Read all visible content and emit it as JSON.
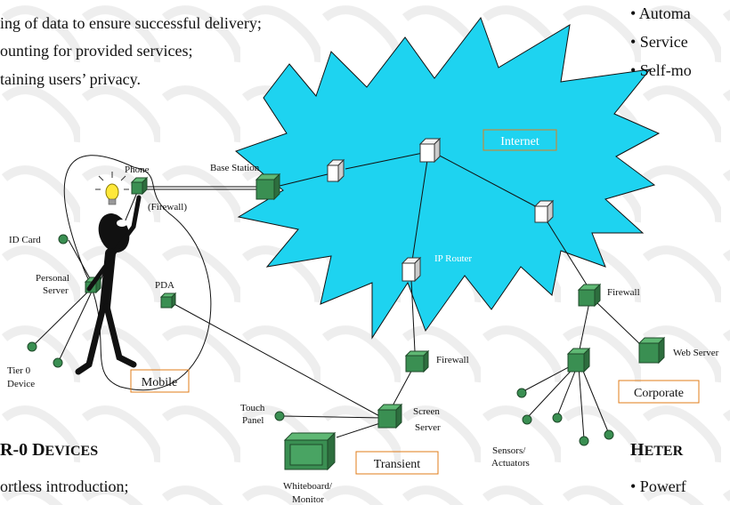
{
  "top_left_lines": [
    "ing of data to ensure successful delivery;",
    "ounting for provided services;",
    "taining  users’ privacy."
  ],
  "top_right_bullets": [
    "• Automa",
    "• Service",
    "• Self-mo"
  ],
  "bottom_left": {
    "heading_big": "R-0 D",
    "heading_small": "EVICES",
    "line": "ortless introduction;"
  },
  "bottom_right": {
    "heading_big": "H",
    "heading_small": "ETER",
    "line": "• Powerf"
  },
  "labels": {
    "internet": "Internet",
    "ip_router": "IP  Router",
    "phone": "Phone",
    "firewall_phone": "(Firewall)",
    "base_station": "Base Station",
    "id_card": "ID Card",
    "personal_server_1": "Personal",
    "personal_server_2": "Server",
    "pda": "PDA",
    "tier0_1": "Tier 0",
    "tier0_2": "Device",
    "mobile": "Mobile",
    "firewall_mid": "Firewall",
    "firewall_right": "Firewall",
    "web_server": "Web Server",
    "corporate": "Corporate",
    "touch_panel_1": "Touch",
    "touch_panel_2": "Panel",
    "screen_server_1": "Screen",
    "screen_server_2": "Server",
    "whiteboard_1": "Whiteboard/",
    "whiteboard_2": "Monitor",
    "transient": "Transient",
    "sensors_1": "Sensors/",
    "sensors_2": "Actuators"
  },
  "colors": {
    "cloud": "#1ed3f0",
    "device_green": "#3a8f52",
    "box_border": "#e07c1a",
    "internet_text": "#ffffff"
  }
}
